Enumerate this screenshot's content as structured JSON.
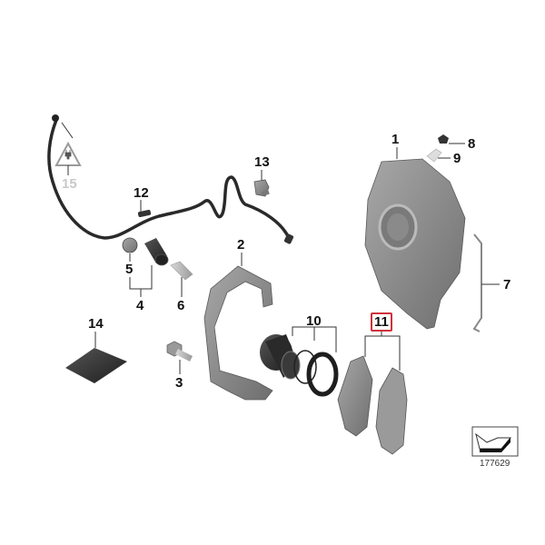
{
  "diagram": {
    "type": "exploded-parts-diagram",
    "subject": "Front brake caliper assembly",
    "reference_number": "177629",
    "highlighted_part": "11",
    "highlight_color": "#d0313a",
    "part_fill": "#8a8a8a",
    "part_dark": "#3a3a3a",
    "labels": [
      {
        "id": "1",
        "text": "1"
      },
      {
        "id": "2",
        "text": "2"
      },
      {
        "id": "3",
        "text": "3"
      },
      {
        "id": "4",
        "text": "4"
      },
      {
        "id": "5",
        "text": "5"
      },
      {
        "id": "6",
        "text": "6"
      },
      {
        "id": "7",
        "text": "7"
      },
      {
        "id": "8",
        "text": "8"
      },
      {
        "id": "9",
        "text": "9"
      },
      {
        "id": "10",
        "text": "10"
      },
      {
        "id": "11",
        "text": "11"
      },
      {
        "id": "12",
        "text": "12"
      },
      {
        "id": "13",
        "text": "13"
      },
      {
        "id": "14",
        "text": "14"
      },
      {
        "id": "15",
        "text": "15"
      }
    ],
    "parts": [
      {
        "id": "1",
        "name": "brake-caliper-housing"
      },
      {
        "id": "2",
        "name": "caliper-carrier"
      },
      {
        "id": "3",
        "name": "hex-bolt"
      },
      {
        "id": "4",
        "name": "guide-bushing-set"
      },
      {
        "id": "5",
        "name": "cap"
      },
      {
        "id": "6",
        "name": "guide-pin"
      },
      {
        "id": "7",
        "name": "anti-rattle-spring"
      },
      {
        "id": "8",
        "name": "bleeder-cap"
      },
      {
        "id": "9",
        "name": "bleeder-valve"
      },
      {
        "id": "10",
        "name": "piston-repair-kit"
      },
      {
        "id": "11",
        "name": "brake-pad-set"
      },
      {
        "id": "12",
        "name": "brake-pad-wear-sensor"
      },
      {
        "id": "13",
        "name": "cable-holder"
      },
      {
        "id": "14",
        "name": "brake-grease"
      },
      {
        "id": "15",
        "name": "electrical-connector-warning"
      }
    ]
  }
}
